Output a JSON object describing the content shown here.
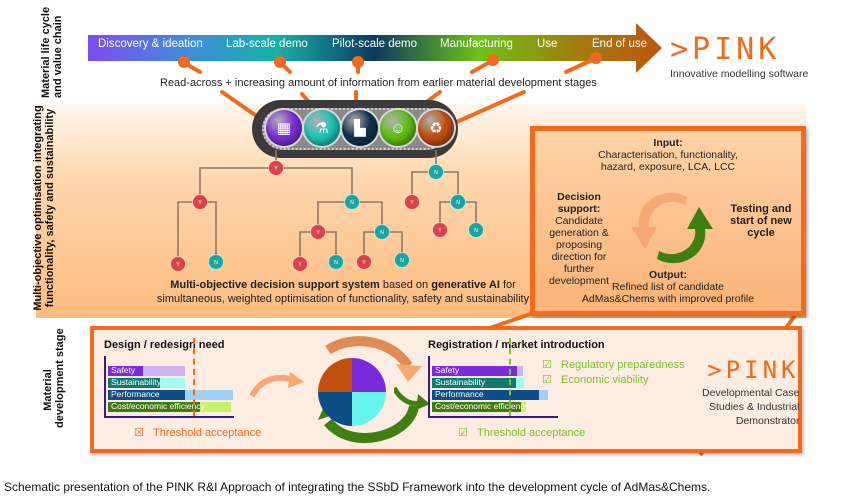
{
  "side_labels": {
    "top": [
      "Material life cycle",
      "and value chain"
    ],
    "middle": [
      "Multi-objective optimisation integrating",
      "functionality, safety and sustainability"
    ],
    "bottom": [
      "Material",
      "development stage"
    ]
  },
  "lifecycle": {
    "stages": [
      "Discovery & ideation",
      "Lab-scale demo",
      "Pilot-scale demo",
      "Manufacturing",
      "Use",
      "End of use"
    ],
    "read_across": "Read-across + increasing amount of information from earlier material development stages"
  },
  "logo_top": {
    "text": ">PINK",
    "subtitle": "Innovative modelling software"
  },
  "conveyor": {
    "icons": [
      {
        "name": "design-blueprint-icon",
        "color": "#7b2fd6",
        "glyph": "▦"
      },
      {
        "name": "lab-beaker-icon",
        "color": "#1ec4b4",
        "glyph": "⚗"
      },
      {
        "name": "factory-icon",
        "color": "#10324f",
        "glyph": "▙"
      },
      {
        "name": "user-worker-icon",
        "color": "#5fbf10",
        "glyph": "☺"
      },
      {
        "name": "recycle-leaf-icon",
        "color": "#c24f0e",
        "glyph": "♻"
      }
    ]
  },
  "tree": {
    "node_yes": "Y",
    "node_no": "N",
    "yes_color": "#d9434a",
    "no_color": "#1aa5a5"
  },
  "mods_caption": {
    "bold1": "Multi-objective decision support system",
    "text1": " based on ",
    "bold2": "generative AI",
    "text2": " for simultaneous, weighted optimisation of functionality, safety and sustainability"
  },
  "cycle_box": {
    "input_title": "Input:",
    "input_text": "Characterisation, functionality, hazard, exposure, LCA, LCC",
    "decision_title": "Decision support:",
    "decision_text": "Candidate generation & proposing direction for further development",
    "testing_text": "Testing and start of new cycle",
    "output_title": "Output:",
    "output_text": "Refined list of candidate AdMas&Chems with improved profile"
  },
  "design_panel": {
    "title": "Design / redesign need",
    "bars": [
      {
        "label": "Safety",
        "value": 0.45,
        "target": 1.0
      },
      {
        "label": "Sustainability",
        "value": 0.67,
        "target": 1.0
      },
      {
        "label": "Performance",
        "value": 1.0,
        "target": 1.62
      },
      {
        "label": "Cost/economic efficiency",
        "value": 1.2,
        "target": 1.6
      }
    ],
    "threshold_value": 1.1,
    "threshold_label": "Threshold acceptance",
    "threshold_mark": "☒"
  },
  "registration_panel": {
    "title": "Registration / market introduction",
    "bars": [
      {
        "label": "Safety",
        "value": 1.1,
        "target": 1.18
      },
      {
        "label": "Sustainability",
        "value": 1.09,
        "target": 1.2
      },
      {
        "label": "Performance",
        "value": 1.39,
        "target": 1.5
      },
      {
        "label": "Cost/economic efficiency",
        "value": 1.15,
        "target": 1.22
      }
    ],
    "threshold_value": 1.0,
    "threshold_label": "Threshold acceptance",
    "checks": [
      "Regulatory preparedness",
      "Economic viability"
    ],
    "check_mark": "☑"
  },
  "logo_bottom": {
    "text": ">PINK",
    "subtitle": [
      "Developmental Case",
      "Studies & Industrial",
      "Demonstrator"
    ]
  },
  "colors": {
    "accent_orange": "#f26b1d",
    "safety": "#7a2bd9",
    "safety_light": "#cfb2f2",
    "sustainability": "#0f7a72",
    "sustainability_light": "#9ffcf0",
    "performance": "#0d4e86",
    "performance_light": "#9fd2fa",
    "cost": "#3e7a10",
    "cost_light": "#c6f06d",
    "threshold_bad": "#f26b1d",
    "threshold_good": "#7cc22a"
  },
  "caption": "Schematic presentation of the PINK R&I Approach of integrating the SSbD Framework into the development cycle of AdMas&Chems."
}
